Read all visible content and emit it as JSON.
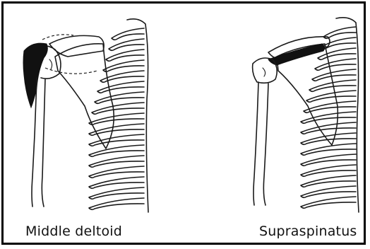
{
  "panels": [
    {
      "label": "Middle deltoid",
      "highlight": "deltoid"
    },
    {
      "label": "Supraspinatus",
      "highlight": "supraspinatus"
    }
  ],
  "colors": {
    "muscle": "#111111",
    "line": "#1a1a1a",
    "border": "#000000"
  }
}
